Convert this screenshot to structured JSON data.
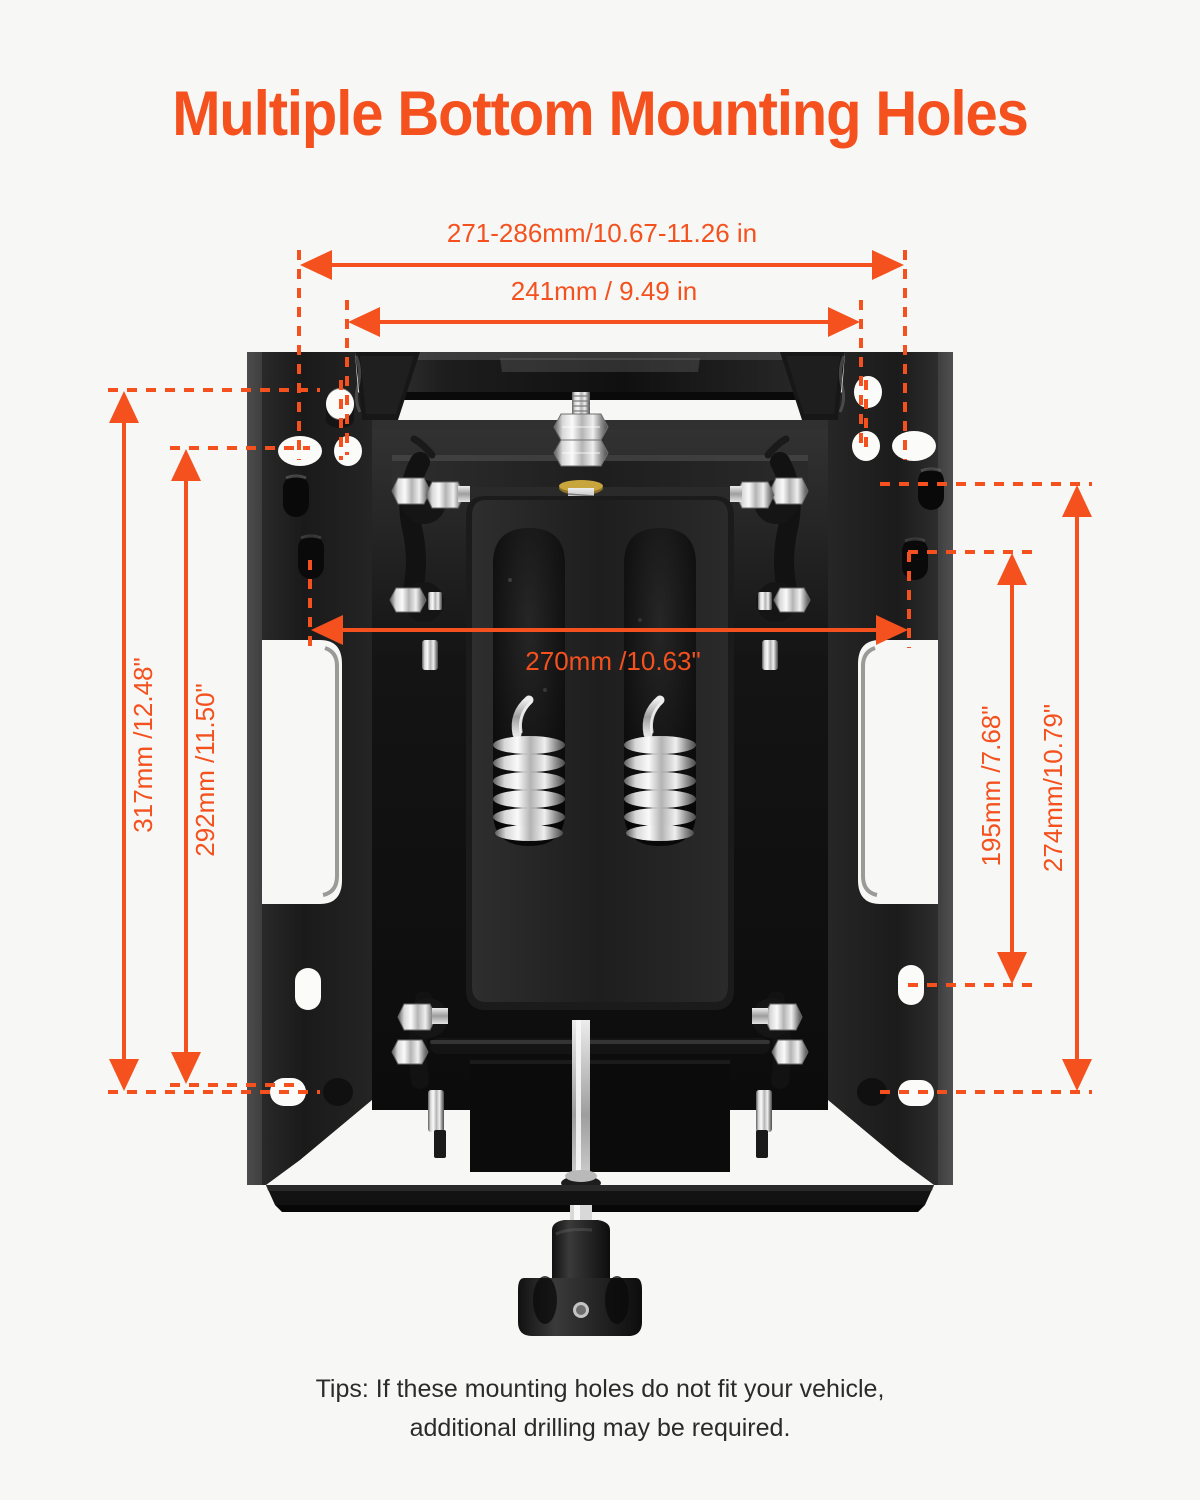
{
  "page": {
    "title": "Multiple Bottom Mounting Holes",
    "background_color": "#f7f7f5",
    "accent_color": "#f4511e",
    "product_color": "#1a1a1a"
  },
  "tips": {
    "line1": "Tips: If these mounting holes do not fit your vehicle,",
    "line2": "additional drilling may be required."
  },
  "dimensions": {
    "top_outer": "271-286mm/10.67-11.26 in",
    "top_inner": "241mm / 9.49 in",
    "left_outer": "317mm /12.48\"",
    "left_inner": "292mm /11.50\"",
    "center": "270mm /10.63\"",
    "right_inner": "195mm /7.68\"",
    "right_outer": "274mm/10.79\""
  },
  "product": {
    "name": "seat-suspension-bracket",
    "parts": {
      "left_side_plate": "left-side-plate",
      "right_side_plate": "right-side-plate",
      "top_cross_bar": "top-cross-bar",
      "center_frame": "center-frame",
      "spring_left": "coil-spring-left",
      "spring_right": "coil-spring-right",
      "top_bolt": "top-adjuster-bolt",
      "bottom_knob": "bottom-adjustment-knob",
      "base_plate": "base-plate",
      "pivot_arm_left": "scissor-pivot-arm-left",
      "pivot_arm_right": "scissor-pivot-arm-right"
    }
  }
}
